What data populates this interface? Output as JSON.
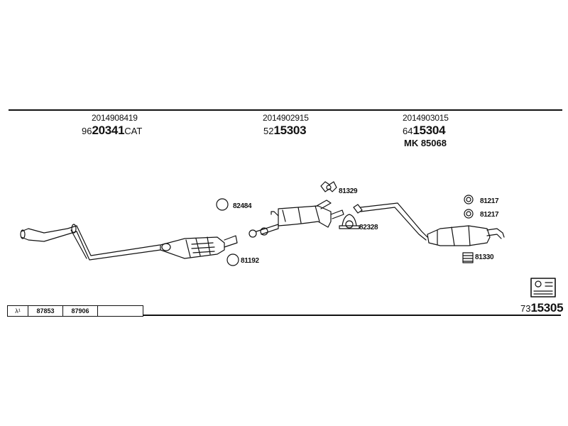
{
  "groups": [
    {
      "oem": "2014908419",
      "prefix": "96",
      "main": "20341",
      "suffix": "CAT"
    },
    {
      "oem": "2014902915",
      "prefix": "52",
      "main": "15303",
      "suffix": ""
    },
    {
      "oem": "2014903015",
      "prefix": "64",
      "main": "15304",
      "suffix": "",
      "kit": "MK  85068"
    }
  ],
  "part_labels": {
    "p82484": "82484",
    "p81192": "81192",
    "p81329": "81329",
    "p82328": "82328",
    "p81217a": "81217",
    "p81217b": "81217",
    "p81330": "81330"
  },
  "lambda_table": {
    "symbol": "λ¹",
    "cells": [
      "87853",
      "87906",
      ""
    ]
  },
  "kit_number": {
    "prefix": "73",
    "main": "15305"
  }
}
